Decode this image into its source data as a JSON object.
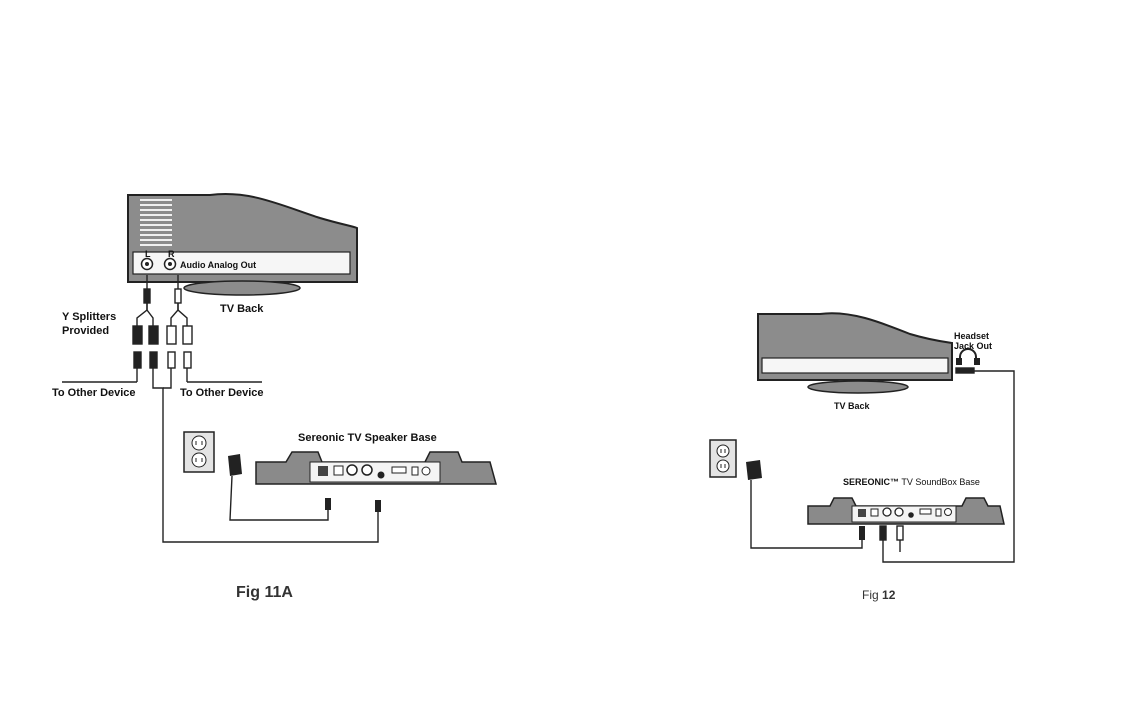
{
  "fig11a": {
    "caption": "Fig 11A",
    "tv_back_label": "TV Back",
    "audio_out_label": "Audio Analog Out",
    "splitter_label_line1": "Y Splitters",
    "splitter_label_line2": "Provided",
    "other_device_left": "To Other Device",
    "other_device_right": "To  Other Device",
    "speaker_base_label": "Sereonic TV Speaker Base"
  },
  "fig12": {
    "caption_prefix": "Fig ",
    "caption_number": "12",
    "tv_back_label": "TV Back",
    "headset_line1": "Headset",
    "headset_line2": "Jack Out",
    "soundbox_brand": "SEREONIC™",
    "soundbox_rest": " TV SoundBox Base"
  }
}
